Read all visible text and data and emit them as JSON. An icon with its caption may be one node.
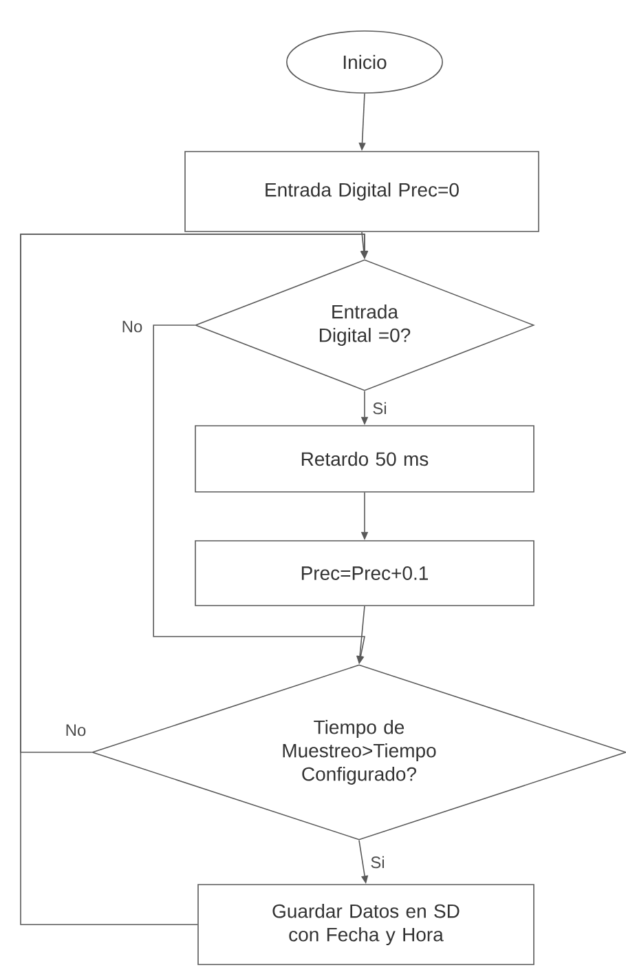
{
  "diagram": {
    "nodes": [
      {
        "text": [
          "Inicio"
        ]
      },
      {
        "text": [
          "Entrada Digital Prec=0"
        ]
      },
      {
        "text": [
          "Entrada Digital =0?"
        ]
      },
      {
        "text": [
          "Retardo 50 ms"
        ]
      },
      {
        "text": [
          "Prec=Prec+0.1"
        ]
      },
      {
        "text": [
          "Tiempo de Muestreo>Tiempo Configurado?"
        ]
      },
      {
        "text": [
          "Guardar Datos en SD con Fecha y Hora"
        ]
      }
    ],
    "edges": [
      {
        "from": 0,
        "to": 1,
        "arrow": "to"
      },
      {
        "from": 1,
        "to": 2,
        "arrow": "to"
      },
      {
        "from": 2,
        "to": 3,
        "arrow": "to",
        "label": "Si"
      },
      {
        "from": 3,
        "to": 4,
        "arrow": "to"
      },
      {
        "from": 4,
        "to": 5,
        "arrow": "to"
      },
      {
        "from": 2,
        "to": 5,
        "arrow": "to",
        "label": "No"
      },
      {
        "from": 5,
        "to": 6,
        "arrow": "to",
        "label": "Si"
      },
      {
        "from": 5,
        "to": 2,
        "arrow": "to",
        "label": "No"
      },
      {
        "from": 6,
        "to": 2,
        "arrow": "to"
      }
    ]
  }
}
